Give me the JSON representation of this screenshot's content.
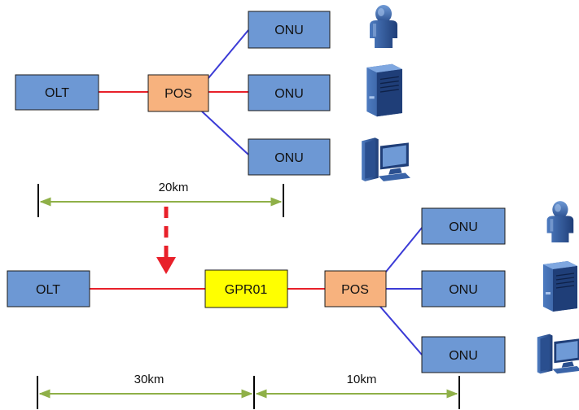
{
  "top_network": {
    "olt_label": "OLT",
    "pos_label": "POS",
    "onu_labels": [
      "ONU",
      "ONU",
      "ONU"
    ],
    "distance_label": "20km"
  },
  "bottom_network": {
    "olt_label": "OLT",
    "gpr_label": "GPR01",
    "pos_label": "POS",
    "onu_labels": [
      "ONU",
      "ONU",
      "ONU"
    ],
    "distance_label_left": "30km",
    "distance_label_right": "10km"
  },
  "colors": {
    "box_fill": "#6d98d4",
    "box_stroke": "#1a1a1a",
    "pos_fill": "#f7b27e",
    "gpr_fill": "#ffff00",
    "trunk_line": "#e8202a",
    "branch_line": "#3b3bd6",
    "dimension_line": "#8fb048",
    "arrow": "#e8202a",
    "device_dark": "#1f3e78",
    "device_light": "#4d7bc0"
  },
  "icons": [
    "user-icon",
    "server-icon",
    "workstation-icon"
  ]
}
